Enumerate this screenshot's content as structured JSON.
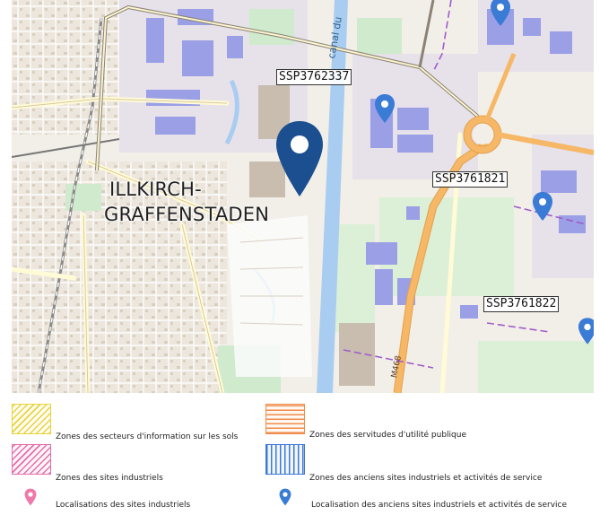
{
  "map": {
    "town_label_line1": "ILLKIRCH-",
    "town_label_line2": "GRAFFENSTADEN",
    "canal_label": "canal du",
    "road_label": "M468",
    "site_labels": [
      "SSP3762337",
      "SSP3761821",
      "SSP3761822"
    ],
    "colors": {
      "pin_selected": "#1b4f8f",
      "pin_old_site": "#3a7bd5",
      "water": "#a9cdf0",
      "major_road": "#f6b766",
      "building": "#9b9fe6",
      "park": "#cfeacd"
    }
  },
  "legend": {
    "items": [
      {
        "label": "Zones des secteurs d'information sur les sols",
        "color": "#e8d23a",
        "pattern": "diagonal-hatch"
      },
      {
        "label": "Zones des servitudes d'utilité publique",
        "color": "#f08c4a",
        "pattern": "horizontal-lines"
      },
      {
        "label": "Zones des sites industriels",
        "color": "#e46ea8",
        "pattern": "diagonal-hatch"
      },
      {
        "label": "Zones des anciens sites industriels et activités de service",
        "color": "#3c78d8",
        "pattern": "vertical-lines"
      },
      {
        "label": "Localisations des sites industriels",
        "color": "#ef79a8",
        "icon": "pink-marker-icon"
      },
      {
        "label": "Localisation des anciens sites industriels et activités de service",
        "color": "#3a7bd5",
        "icon": "blue-marker-icon"
      }
    ]
  }
}
